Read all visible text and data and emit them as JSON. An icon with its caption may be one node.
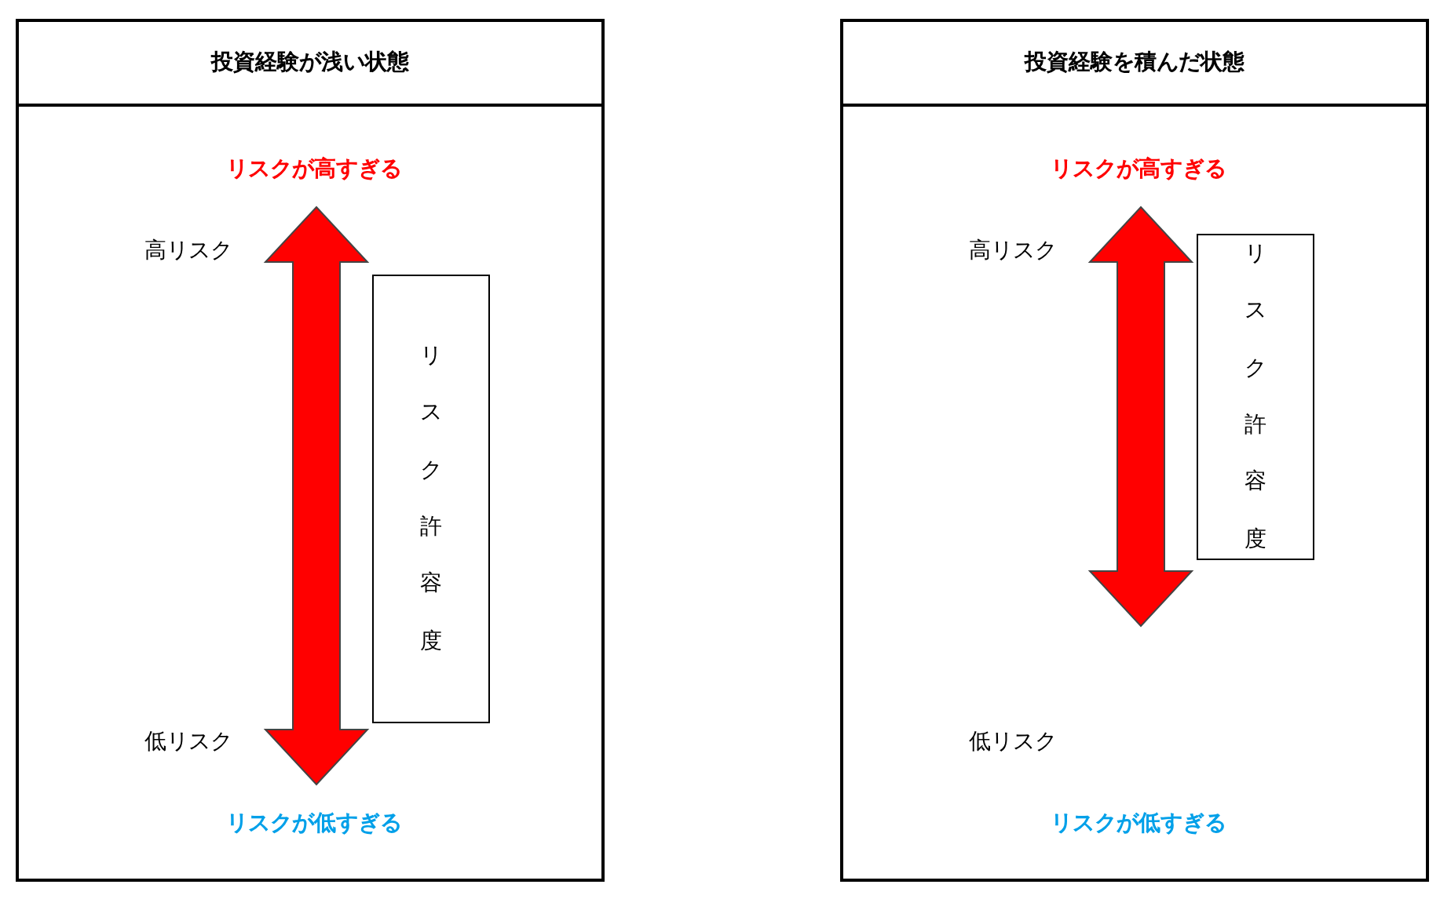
{
  "diagram": {
    "nodes": [
      {
        "text": [
          "投資経験が浅い状態"
        ]
      },
      {
        "text": [
          "リスク許容度"
        ],
        "in": 0
      },
      {
        "text": [
          "投資経験を積んだ状態"
        ]
      },
      {
        "text": [
          "リスク許容度"
        ],
        "in": 2
      }
    ],
    "labels": [
      "リスクが高すぎる",
      "高リスク",
      "低リスク",
      "リスクが低すぎる",
      "リスクが高すぎる",
      "高リスク",
      "低リスク",
      "リスクが低すぎる"
    ]
  }
}
